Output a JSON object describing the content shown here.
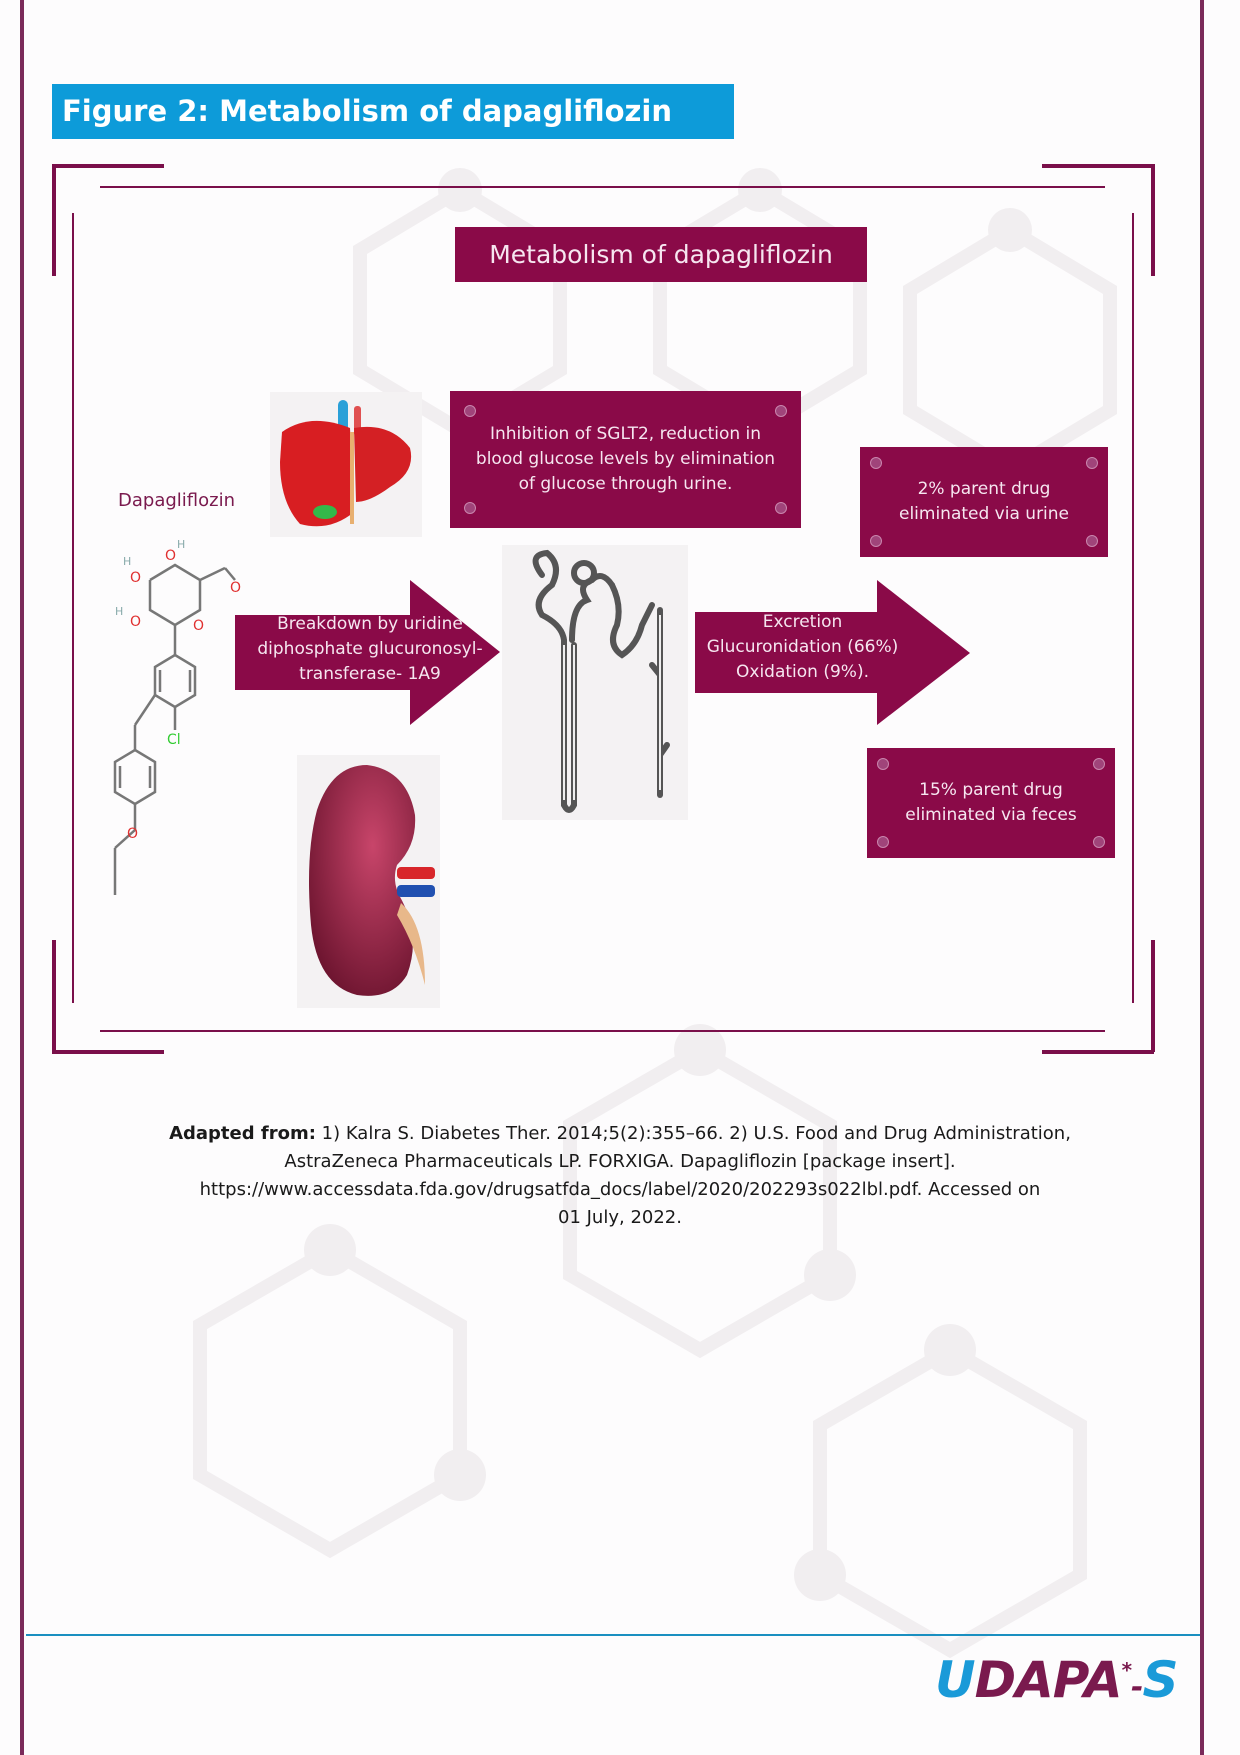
{
  "figure": {
    "title": "Figure 2: Metabolism of dapagliflozin",
    "inner_title": "Metabolism of dapagliflozin",
    "drug_label": "Dapagliflozin",
    "molecule_atoms": {
      "oxygen": "O",
      "hydrogen": "H",
      "chlorine": "Cl"
    },
    "boxes": {
      "sglt2": "Inhibition of SGLT2, reduction in blood glucose levels by elimination of glucose through urine.",
      "urine": [
        "2%  parent drug",
        "eliminated via urine"
      ],
      "feces": [
        "15%  parent drug",
        "eliminated via feces"
      ]
    },
    "arrows": {
      "breakdown": [
        "Breakdown by uridine",
        "diphosphate glucuronosyl-",
        "transferase- 1A9"
      ],
      "excretion": [
        "Excretion",
        "Glucuronidation (66%)",
        "Oxidation (9%)."
      ]
    },
    "images": [
      "liver-illustration",
      "kidney-illustration",
      "nephron-illustration",
      "dapagliflozin-structure"
    ]
  },
  "references": {
    "label": "Adapted from:",
    "line1": " 1) Kalra S. Diabetes Ther. 2014;5(2):355–66. 2) U.S. Food and Drug Administration,",
    "line2": "AstraZeneca Pharmaceuticals LP. FORXIGA. Dapagliflozin [package insert].",
    "line3": "https://www.accessdata.fda.gov/drugsatfda_docs/label/2020/202293s022lbl.pdf. Accessed on",
    "line4": "01 July, 2022."
  },
  "logo": {
    "part1": "U",
    "part2": "DAPA",
    "star": "*",
    "dash": "-",
    "part3": "S"
  },
  "colors": {
    "brand_blue": "#0d9bd9",
    "brand_maroon": "#8a0a48",
    "frame": "#7a0f4a"
  }
}
